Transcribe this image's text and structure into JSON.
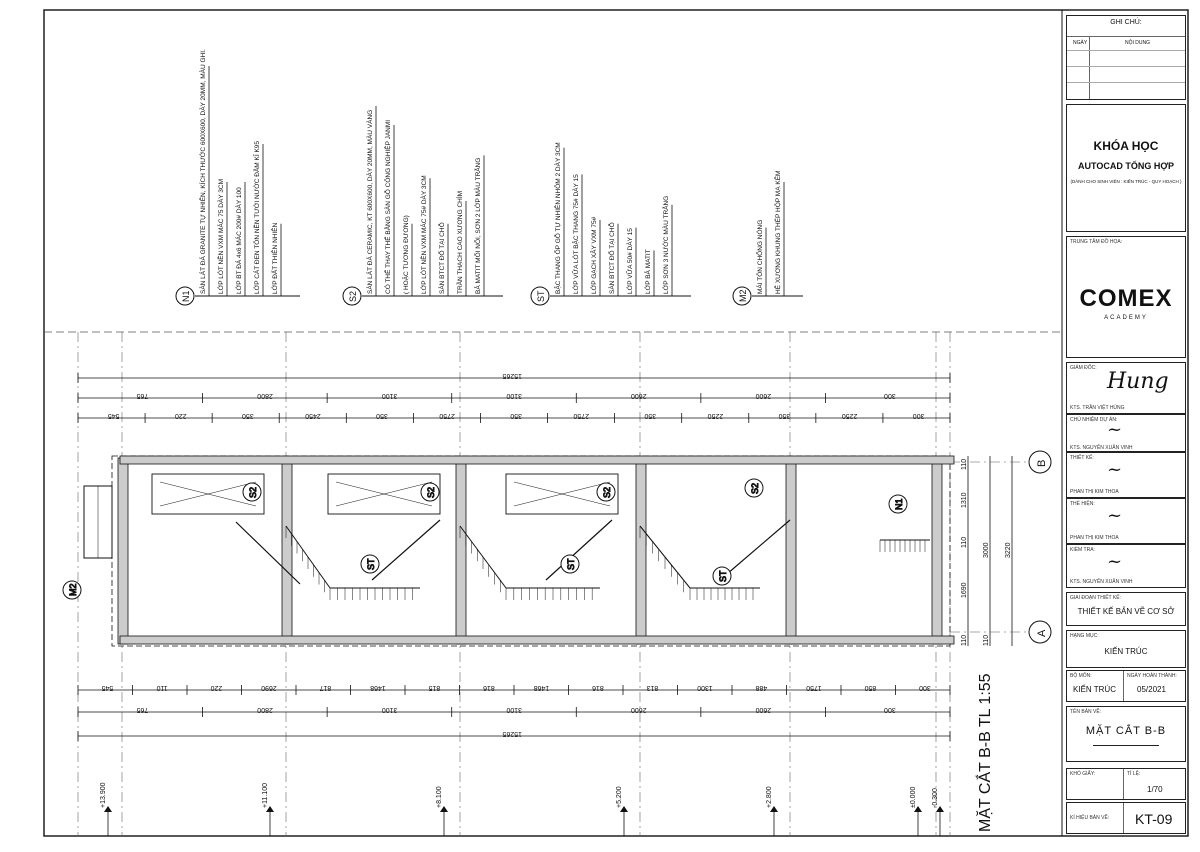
{
  "drawing": {
    "section_title": "MẶT CẮT B-B TL 1:55",
    "axes": [
      "B",
      "A"
    ],
    "tags_plan": [
      "S2",
      "S2",
      "S2",
      "S2",
      "N1",
      "ST",
      "ST",
      "ST",
      "M2"
    ],
    "legend": [
      {
        "tag": "N1",
        "lines": [
          "SÀN LÁT ĐÁ GRANITE TỰ NHIÊN, KÍCH THƯỚC 600X600, DÀY 20MM, MÀU GHI.",
          "LỚP LÓT NỀN VXM MÁC 75 DÀY 3CM",
          "LỚP BT ĐÁ 4x6 MÁC 200# DÀY 100",
          "LỚP CÁT ĐEN TÔN NỀN TƯỚI NƯỚC ĐẦM KĨ K95",
          "LỚP ĐẤT THIÊN NHIÊN"
        ]
      },
      {
        "tag": "S2",
        "lines": [
          "SÀN LÁT ĐÁ CERAMIC, KT 600X600, DÀY 20MM, MÀU VÀNG",
          "CÓ THỂ THAY THẾ BẰNG SÀN GỖ CÔNG NGHIỆP JANMI",
          "( HOẶC TƯƠNG ĐƯƠNG)",
          "LỚP LÓT NỀN VXM MÁC 75# DÀY 3CM",
          "SÀN BTCT ĐỔ TẠI CHỖ",
          "TRẦN THẠCH CAO XƯƠNG CHÌM",
          "BẢ MATIT MỐI NỐI, SƠN 2 LỚP MÀU TRẮNG"
        ]
      },
      {
        "tag": "ST",
        "lines": [
          "BẬC THANG ỐP GỖ TỰ NHIÊN NHÔM 2 DÀY 3CM",
          "LỚP VỮA LÓT BẬC THANG 75# DÀY 15",
          "LỚP GẠCH XÂY VXM 75#",
          "SÀN BTCT ĐỔ TẠI CHỖ",
          "LỚP VỮA 50# DÀY 15",
          "LỚP BẢ MATIT",
          "LỚP SƠN 3 NƯỚC MÀU TRẮNG"
        ]
      },
      {
        "tag": "M2",
        "lines": [
          "MÁI TÔN CHỐNG NÓNG",
          "HỆ XƯƠNG KHUNG THÉP HỘP MẠ KẼM"
        ]
      }
    ],
    "dims_top": {
      "overall": "15265",
      "row1": [
        "765",
        "2800",
        "3100",
        "3100",
        "2600",
        "2600",
        "300"
      ],
      "row2": [
        "545",
        "220",
        "350",
        "2450",
        "350",
        "2750",
        "350",
        "2750",
        "350",
        "2250",
        "350",
        "2250",
        "300"
      ]
    },
    "dims_bottom": {
      "row1": [
        "545",
        "110",
        "220",
        "2690",
        "817",
        "1468",
        "815",
        "816",
        "1468",
        "816",
        "813",
        "1300",
        "488",
        "1750",
        "850",
        "300"
      ],
      "row2": [
        "765",
        "2800",
        "3100",
        "3100",
        "2600",
        "2600",
        "300"
      ],
      "overall": "15265"
    },
    "dims_right": [
      "110",
      "1310",
      "110",
      "3000",
      "1690",
      "110",
      "3220",
      "110"
    ],
    "levels": [
      "+13.900",
      "+11.100",
      "+8.100",
      "+5.200",
      "+2.800",
      "±0.000",
      "-0.300"
    ]
  },
  "titleblock": {
    "notes_title": "GHI CHÚ:",
    "notes_col_date": "NGÀY",
    "notes_col_content": "NỘI DUNG",
    "course_line1": "KHÓA HỌC",
    "course_line2": "AUTOCAD TỔNG HỢP",
    "course_sub": "(DÀNH CHO SINH VIÊN : KIẾN TRÚC - QUY HOẠCH )",
    "center_label": "TRUNG TÂM ĐỒ HỌA:",
    "logo_text": "COMEX",
    "logo_sub": "ACADEMY",
    "director_label": "GIÁM ĐỐC:",
    "director_name": "KTS. TRẦN VIỆT HÙNG",
    "director_sig": "Hung",
    "pm_label": "CHỦ NHIỆM DỰ ÁN:",
    "pm_name": "KTS. NGUYỄN XUÂN VINH",
    "design_label": "THIẾT KẾ:",
    "design_name": "PHAN THỊ KIM THOA",
    "draw_label": "THỂ HIỆN:",
    "draw_name": "PHAN THỊ KIM THOA",
    "check_label": "KIỂM TRA:",
    "check_name": "KTS. NGUYỄN XUÂN VINH",
    "stage_label": "GIAI ĐOẠN THIẾT KẾ:",
    "stage_value": "THIẾT KẾ BẢN VẼ CƠ SỞ",
    "item_label": "HẠNG MỤC:",
    "item_value": "KIẾN TRÚC",
    "dept_label": "BỘ MÔN:",
    "dept_value": "KIẾN TRÚC",
    "done_label": "NGÀY HOÀN THÀNH:",
    "done_value": "05/2021",
    "sheetname_label": "TÊN BẢN VẼ:",
    "sheetname_value": "MẶT CẮT B-B",
    "size_label": "KHỔ GIẤY:",
    "scale_label": "TỈ LỆ:",
    "scale_value": "1/70",
    "sheetno_label": "KÍ HIỆU BẢN VẼ:",
    "sheetno_value": "KT-09"
  }
}
